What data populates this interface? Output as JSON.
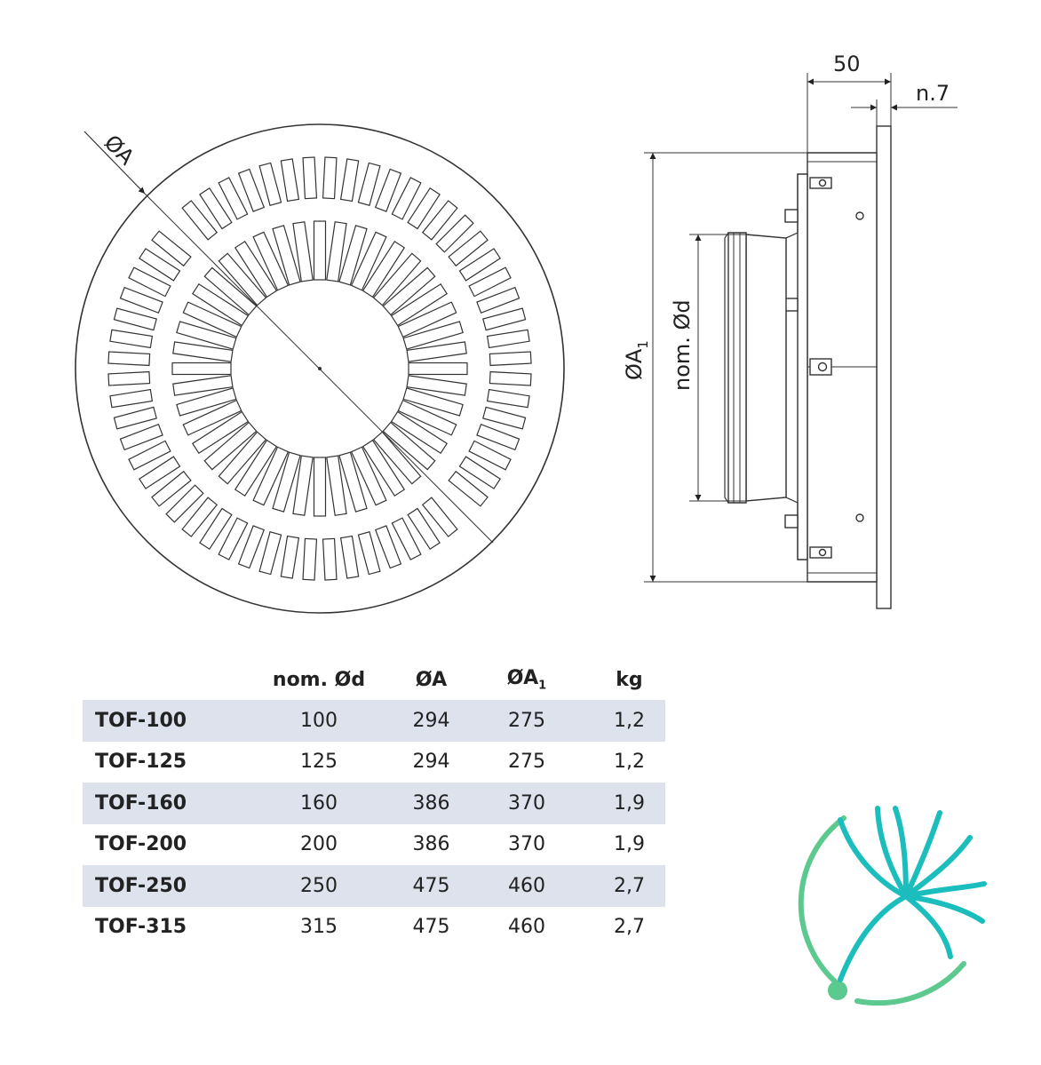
{
  "dimensions": {
    "front_diameter": "ØA",
    "depth": "50",
    "plate_thickness": "n.7",
    "outer_diameter_base": "ØA",
    "outer_diameter_sub": "1",
    "nominal_diameter": "nom. Ød"
  },
  "table": {
    "headers": {
      "nominal": "nom. Ød",
      "a": "ØA",
      "a1_base": "ØA",
      "a1_sub": "1",
      "weight": "kg"
    },
    "rows": [
      {
        "model": "TOF-100",
        "nominal": "100",
        "a": "294",
        "a1": "275",
        "kg": "1,2"
      },
      {
        "model": "TOF-125",
        "nominal": "125",
        "a": "294",
        "a1": "275",
        "kg": "1,2"
      },
      {
        "model": "TOF-160",
        "nominal": "160",
        "a": "386",
        "a1": "370",
        "kg": "1,9"
      },
      {
        "model": "TOF-200",
        "nominal": "200",
        "a": "386",
        "a1": "370",
        "kg": "1,9"
      },
      {
        "model": "TOF-250",
        "nominal": "250",
        "a": "475",
        "a1": "460",
        "kg": "2,7"
      },
      {
        "model": "TOF-315",
        "nominal": "315",
        "a": "475",
        "a1": "460",
        "kg": "2,7"
      }
    ]
  },
  "colors": {
    "line": "#333333",
    "row_shade": "#dde2ec",
    "logo_green": "#5cc98e",
    "logo_teal": "#1bbdbd"
  },
  "logo": {
    "icon": "fan-blades-logo-icon"
  }
}
